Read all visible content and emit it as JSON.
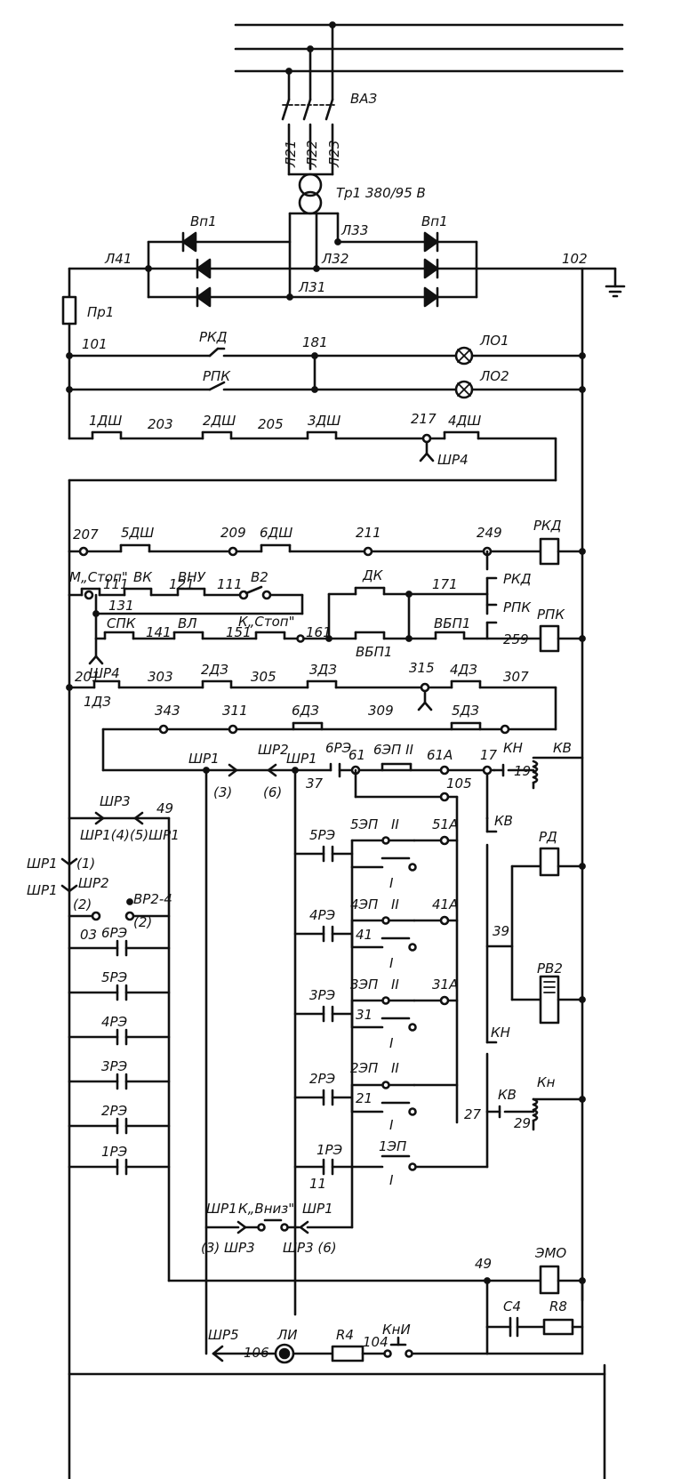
{
  "labels": {
    "vaz": "ВАЗ",
    "l21": "Л21",
    "l22": "Л22",
    "l23": "Л23",
    "tr1": "Тр1 380/95 В",
    "vp1a": "Вп1",
    "vp1b": "Вп1",
    "l33": "Л33",
    "l32": "Л32",
    "l31": "Л31",
    "l41": "Л41",
    "n102": "102",
    "pr1": "Пр1",
    "n101": "101",
    "rkd_c": "РКД",
    "n181": "181",
    "lo1": "ЛО1",
    "rpk_c": "РПК",
    "lo2": "ЛО2",
    "d1dsh": "1ДШ",
    "n203": "203",
    "d2dsh": "2ДШ",
    "n205": "205",
    "d3dsh": "3ДШ",
    "n217": "217",
    "d4dsh": "4ДШ",
    "shr4a": "ШР4",
    "n207": "207",
    "d5dsh": "5ДШ",
    "n209": "209",
    "d6dsh": "6ДШ",
    "n211": "211",
    "n249": "249",
    "rkd_coil": "РКД",
    "mstop": "М„Стоп\"",
    "n111a": "111",
    "vk": "ВК",
    "n121": "121",
    "vnu": "ВНУ",
    "n111b": "111",
    "v2": "В2",
    "dk": "ДК",
    "n171": "171",
    "rkd_c2": "РКД",
    "rpk_c2": "РПК",
    "rpk_coil": "РПК",
    "n131": "131",
    "spk": "СПК",
    "n141": "141",
    "vl": "ВЛ",
    "n151": "151",
    "kstop": "К„Стоп\"",
    "n161": "161",
    "vbp1a": "ВБП1",
    "vbp1b": "ВБП1",
    "n259": "259",
    "shr4b": "ШР4",
    "n201": "201",
    "d1dz": "1ДЗ",
    "n303": "303",
    "d2dz": "2ДЗ",
    "n305": "305",
    "d3dz": "3ДЗ",
    "n315": "315",
    "d4dz": "4ДЗ",
    "n307": "307",
    "n343": "343",
    "n311": "311",
    "d6dz": "6ДЗ",
    "n309": "309",
    "d5dz": "5ДЗ",
    "shr1a": "ШР1",
    "shr2a": "ШР2",
    "shr1b": "ШР1",
    "r6p": "6РЭ",
    "n37": "37",
    "n61": "61",
    "ep6": "6ЭП II",
    "n61a": "61А",
    "n17": "17",
    "kn1": "КН",
    "n19": "19",
    "kv_coil": "КВ",
    "p3a": "(3)",
    "p6a": "(6)",
    "n105": "105",
    "shr3": "ШР3",
    "n49a": "49",
    "shr145": "ШР1(4)(5)ШР1",
    "shr1c": "ШР1",
    "p1": "(1)",
    "shr2b": "ШР2",
    "shr1d": "ШР1",
    "p2a": "(2)",
    "vr24": "ВР2-4",
    "p2b": "(2)",
    "n03": "03",
    "r6p_b": "6РЭ",
    "r5p_b": "5РЭ",
    "r4p_b": "4РЭ",
    "r3p_b": "3РЭ",
    "r2p_b": "2РЭ",
    "r1p_b": "1РЭ",
    "r5p": "5РЭ",
    "ep5": "5ЭП",
    "n5_2": "II",
    "n51a": "51А",
    "n5_1": "I",
    "r4p": "4РЭ",
    "ep4": "4ЭП",
    "n4_2": "II",
    "n41": "41",
    "n41a": "41А",
    "n4_1": "I",
    "r3p": "3РЭ",
    "ep3": "3ЭП",
    "n3_2": "II",
    "n31": "31",
    "n31a": "31А",
    "n3_1": "I",
    "r2p": "2РЭ",
    "ep2": "2ЭП",
    "n2_2": "II",
    "n21": "21",
    "n2_1": "I",
    "r1p": "1РЭ",
    "ep1": "1ЭП",
    "n11": "11",
    "n1_1": "I",
    "kv_c1": "КВ",
    "rd": "РД",
    "n39": "39",
    "rv2": "РВ2",
    "kn_c": "КН",
    "n27": "27",
    "kv_c2": "КВ",
    "kn_coil": "Кн",
    "n29": "29",
    "shr1e": "ШР1",
    "kvniz": "К„Вниз\"",
    "shr1f": "ШР1",
    "p3b": "(3) ШР3",
    "shr3b": "ШР3 (6)",
    "n49b": "49",
    "emo": "ЭМО",
    "c4": "С4",
    "r8": "R8",
    "shr5": "ШР5",
    "n106": "106",
    "li": "ЛИ",
    "r4": "R4",
    "n104": "104",
    "kni": "КнИ"
  }
}
